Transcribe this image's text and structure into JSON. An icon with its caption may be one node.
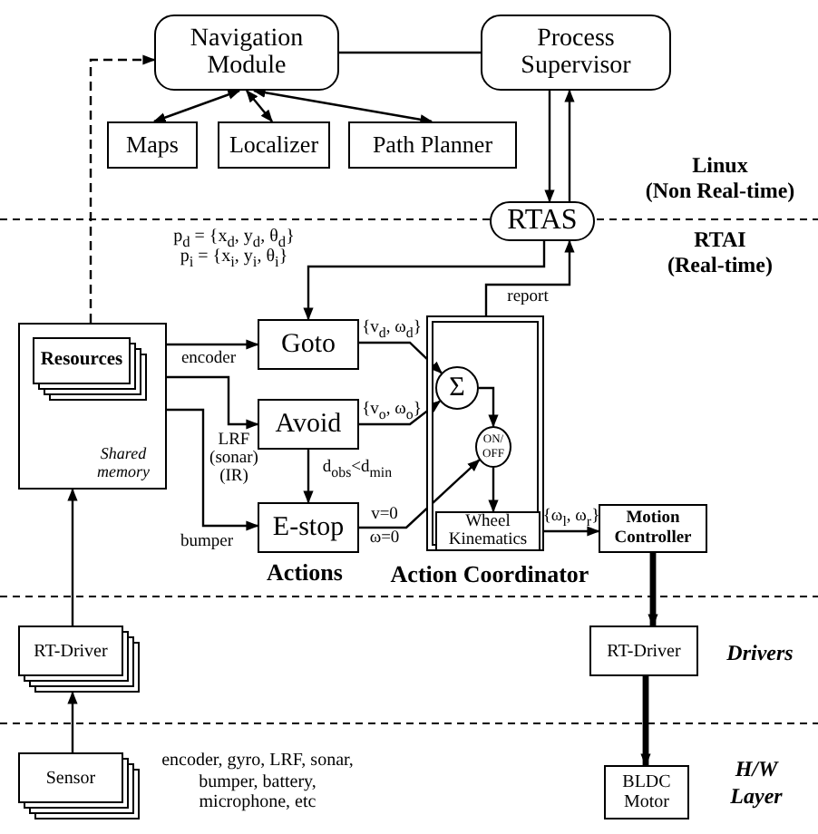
{
  "diagram": {
    "nodes": [
      {
        "text": [
          "Navigation Module"
        ]
      },
      {
        "text": [
          "Process Supervisor"
        ]
      },
      {
        "text": [
          "Maps"
        ]
      },
      {
        "text": [
          "Localizer"
        ]
      },
      {
        "text": [
          "Path Planner"
        ]
      },
      {
        "text": [
          "RTAS"
        ]
      },
      {
        "text": [
          "Shared memory"
        ]
      },
      {
        "text": [
          "Resources"
        ],
        "in": 6
      },
      {
        "text": [
          "Goto"
        ]
      },
      {
        "text": [
          "Avoid"
        ]
      },
      {
        "text": [
          "E-stop"
        ]
      },
      {
        "text": [
          "Action Coordinator"
        ]
      },
      {
        "text": [
          "Σ"
        ],
        "in": 11
      },
      {
        "text": [
          "ON/ OFF"
        ],
        "in": 11
      },
      {
        "text": [
          "Wheel Kinematics"
        ],
        "in": 11
      },
      {
        "text": [
          "Motion Controller"
        ]
      },
      {
        "text": [
          "RT-Driver"
        ]
      },
      {
        "text": [
          "Sensor"
        ]
      },
      {
        "text": [
          "RT-Driver"
        ]
      },
      {
        "text": [
          "BLDC Motor"
        ]
      }
    ],
    "edges": [
      {
        "from": 6,
        "to": 0,
        "arrow": "to",
        "style": "dashed"
      },
      {
        "from": 0,
        "to": 1,
        "arrow": "none"
      },
      {
        "from": 0,
        "to": 2,
        "arrow": "both"
      },
      {
        "from": 0,
        "to": 3,
        "arrow": "both"
      },
      {
        "from": 0,
        "to": 4,
        "arrow": "both"
      },
      {
        "from": 1,
        "to": 5,
        "arrow": "to"
      },
      {
        "from": 5,
        "to": 1,
        "arrow": "to"
      },
      {
        "from": 5,
        "to": 8,
        "arrow": "to"
      },
      {
        "from": 11,
        "to": 5,
        "arrow": "to",
        "label": "report"
      },
      {
        "from": 6,
        "to": 8,
        "arrow": "to",
        "label": "encoder"
      },
      {
        "from": 6,
        "to": 9,
        "arrow": "to",
        "label": "LRF (sonar) (IR)"
      },
      {
        "from": 6,
        "to": 10,
        "arrow": "to",
        "label": "bumper"
      },
      {
        "from": 9,
        "to": 10,
        "arrow": "to",
        "label": "d$_{obs}$<d$_{min}$"
      },
      {
        "from": 8,
        "to": 12,
        "arrow": "to",
        "label": "{v$_{d}$, ω$_{d}$}"
      },
      {
        "from": 9,
        "to": 12,
        "arrow": "to",
        "label": "{v$_{o}$, ω$_{o}$}"
      },
      {
        "from": 10,
        "to": 13,
        "arrow": "to",
        "label": "v=0 ω=0"
      },
      {
        "from": 12,
        "to": 13,
        "arrow": "to"
      },
      {
        "from": 13,
        "to": 14,
        "arrow": "to"
      },
      {
        "from": 14,
        "to": 15,
        "arrow": "to",
        "label": "{ω$_{l}$, ω$_{r}$}"
      },
      {
        "from": 15,
        "to": 18,
        "arrow": "to",
        "style": "thick"
      },
      {
        "from": 18,
        "to": 19,
        "arrow": "to",
        "style": "thick"
      },
      {
        "from": 17,
        "to": 16,
        "arrow": "to"
      },
      {
        "from": 16,
        "to": 6,
        "arrow": "to"
      }
    ],
    "labels": [
      "p$_{d}$ = {x$_{d}$, y$_{d}$, θ$_{d}$}",
      "p$_{i}$ = {x$_{i}$, y$_{i}$, θ$_{i}$}",
      "Linux",
      "(Non Real-time)",
      "RTAI",
      "(Real-time)",
      "Actions",
      "Drivers",
      "H/W",
      "Layer",
      "encoder, gyro, LRF, sonar, bumper, battery, microphone, etc"
    ]
  }
}
